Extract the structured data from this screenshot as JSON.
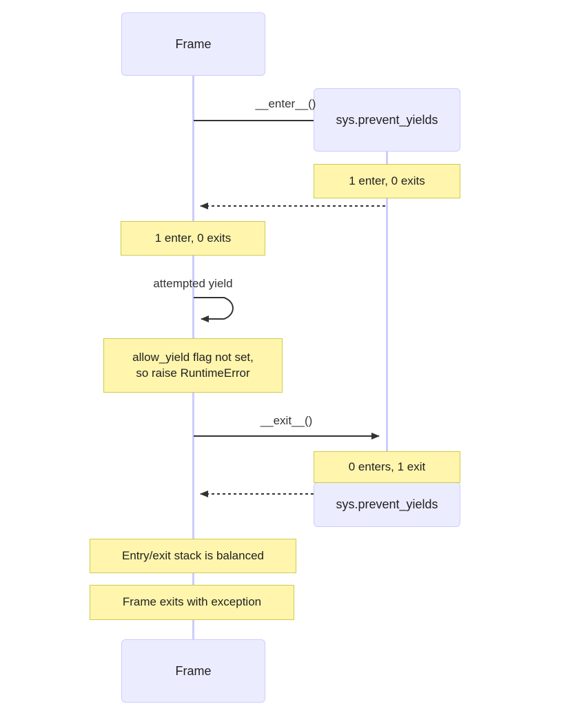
{
  "diagram": {
    "type": "sequence-diagram",
    "title": "",
    "background_color": "#ffffff",
    "actor_fill": "#ECECFF",
    "actor_stroke": "#CCCCFF",
    "note_fill": "#FFF5AD",
    "note_stroke": "#CCCC4D",
    "line_color": "#333333",
    "lifeline_color": "#CCCCFF"
  },
  "actors": {
    "left_top": "Frame",
    "right_top": "sys.prevent_yields",
    "right_bottom": "sys.prevent_yields",
    "left_bottom": "Frame"
  },
  "messages": {
    "enter": "__enter__()",
    "enter_return": "",
    "self_loop": "attempted yield",
    "exit": "__exit__()",
    "exit_return": ""
  },
  "notes": {
    "right_enter_counts": "1 enter, 0 exits",
    "left_enter_counts": "1 enter, 0 exits",
    "raise_error_line1": "allow_yield flag not set,",
    "raise_error_line2": "so raise RuntimeError",
    "right_exit_counts": "0 enters, 1 exit",
    "stack_balanced": "Entry/exit stack is balanced",
    "frame_exits": "Frame exits with exception"
  }
}
